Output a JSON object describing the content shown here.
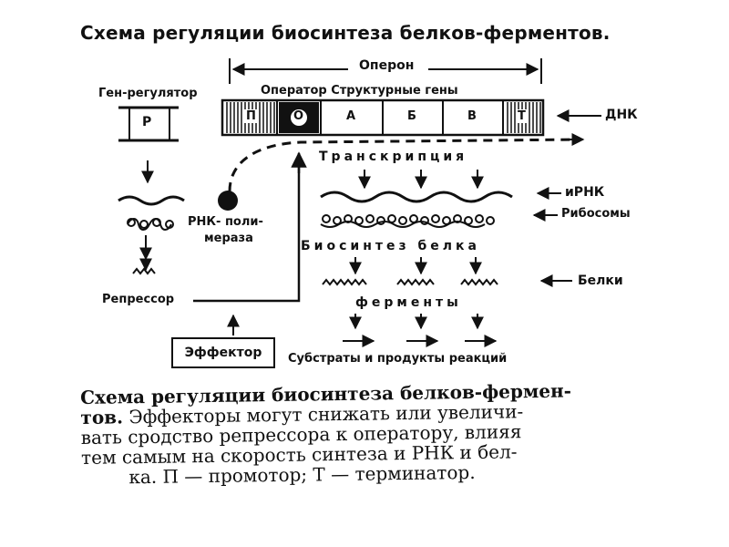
{
  "title": "Схема  регуляции биосинтеза белков-ферментов.",
  "labels": {
    "operon": "Оперон",
    "operator_structural": "Оператор  Структурные гены",
    "gene_regulator": "Ген-регулятор",
    "dna": "ДНК",
    "transcription": "Транскрипция",
    "mrna": "иРНК",
    "ribosomes": "Рибосомы",
    "rna_polymerase_1": "РНК- поли-",
    "rna_polymerase_2": "мераза",
    "biosynthesis": "Биосинтез белка",
    "proteins": "Белки",
    "enzymes": "ферменты",
    "repressor": "Репрессор",
    "effector": "Эффектор",
    "substrates": "Субстраты и продукты  реакций"
  },
  "genes": {
    "regulator": "Р",
    "promoter": "П",
    "operator": "О",
    "a": "А",
    "b": "Б",
    "v": "В",
    "terminator": "Т"
  },
  "caption": {
    "line1_bold": "Схема регуляции биосинтеза белков-фермен-",
    "line2_bold": "тов.",
    "line2_rest": " Эффекторы могут снижать или увеличи-",
    "line3": "вать сродство репрессора к оператору, влияя",
    "line4": "тем самым на скорость синтеза и РНК и бел-",
    "line5": "ка. П — промотор; Т — терминатор."
  }
}
